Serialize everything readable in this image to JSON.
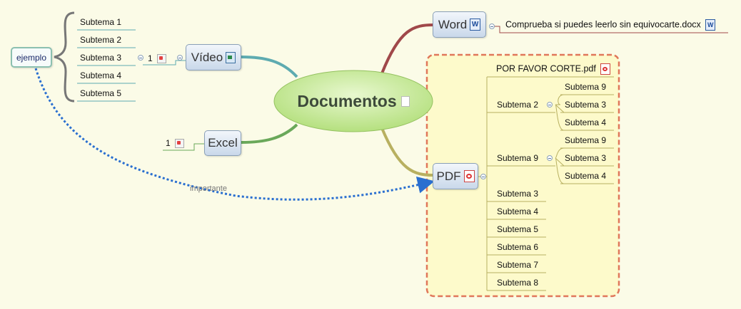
{
  "central": {
    "label": "Documentos",
    "icon": "document-icon"
  },
  "ejemplo": {
    "label": "ejemplo"
  },
  "relationship": {
    "label": "importante"
  },
  "video": {
    "label": "Vídeo",
    "icon": "video-file-icon",
    "count": "1",
    "count_icon": "broken-image-icon",
    "subtopics": [
      "Subtema 1",
      "Subtema 2",
      "Subtema 3",
      "Subtema 4",
      "Subtema 5"
    ]
  },
  "excel": {
    "label": "Excel",
    "count": "1",
    "count_icon": "broken-image-icon"
  },
  "word": {
    "label": "Word",
    "icon": "word-doc-icon",
    "child": "Comprueba si puedes leerlo sin equivocarte.docx"
  },
  "pdf": {
    "label": "PDF",
    "icon": "pdf-icon",
    "file": "POR FAVOR CORTE.pdf",
    "group1": {
      "label": "Subtema 2",
      "children": [
        "Subtema 9",
        "Subtema 3",
        "Subtema 4"
      ]
    },
    "group2": {
      "label": "Subtema 9",
      "children": [
        "Subtema 9",
        "Subtema 3",
        "Subtema 4"
      ]
    },
    "items": [
      "Subtema 3",
      "Subtema 4",
      "Subtema 5",
      "Subtema 6",
      "Subtema 7",
      "Subtema 8"
    ]
  },
  "colors": {
    "background": "#fbfbe7",
    "boundary_fill": "#fdfacb",
    "boundary_stroke": "#e0775a",
    "central_fill": "#c9ec9f",
    "word_branch": "#a0484a",
    "pdf_branch": "#b8b060",
    "video_branch": "#5eabb0",
    "excel_branch": "#6aa85a",
    "relationship": "#2a6fd0"
  }
}
